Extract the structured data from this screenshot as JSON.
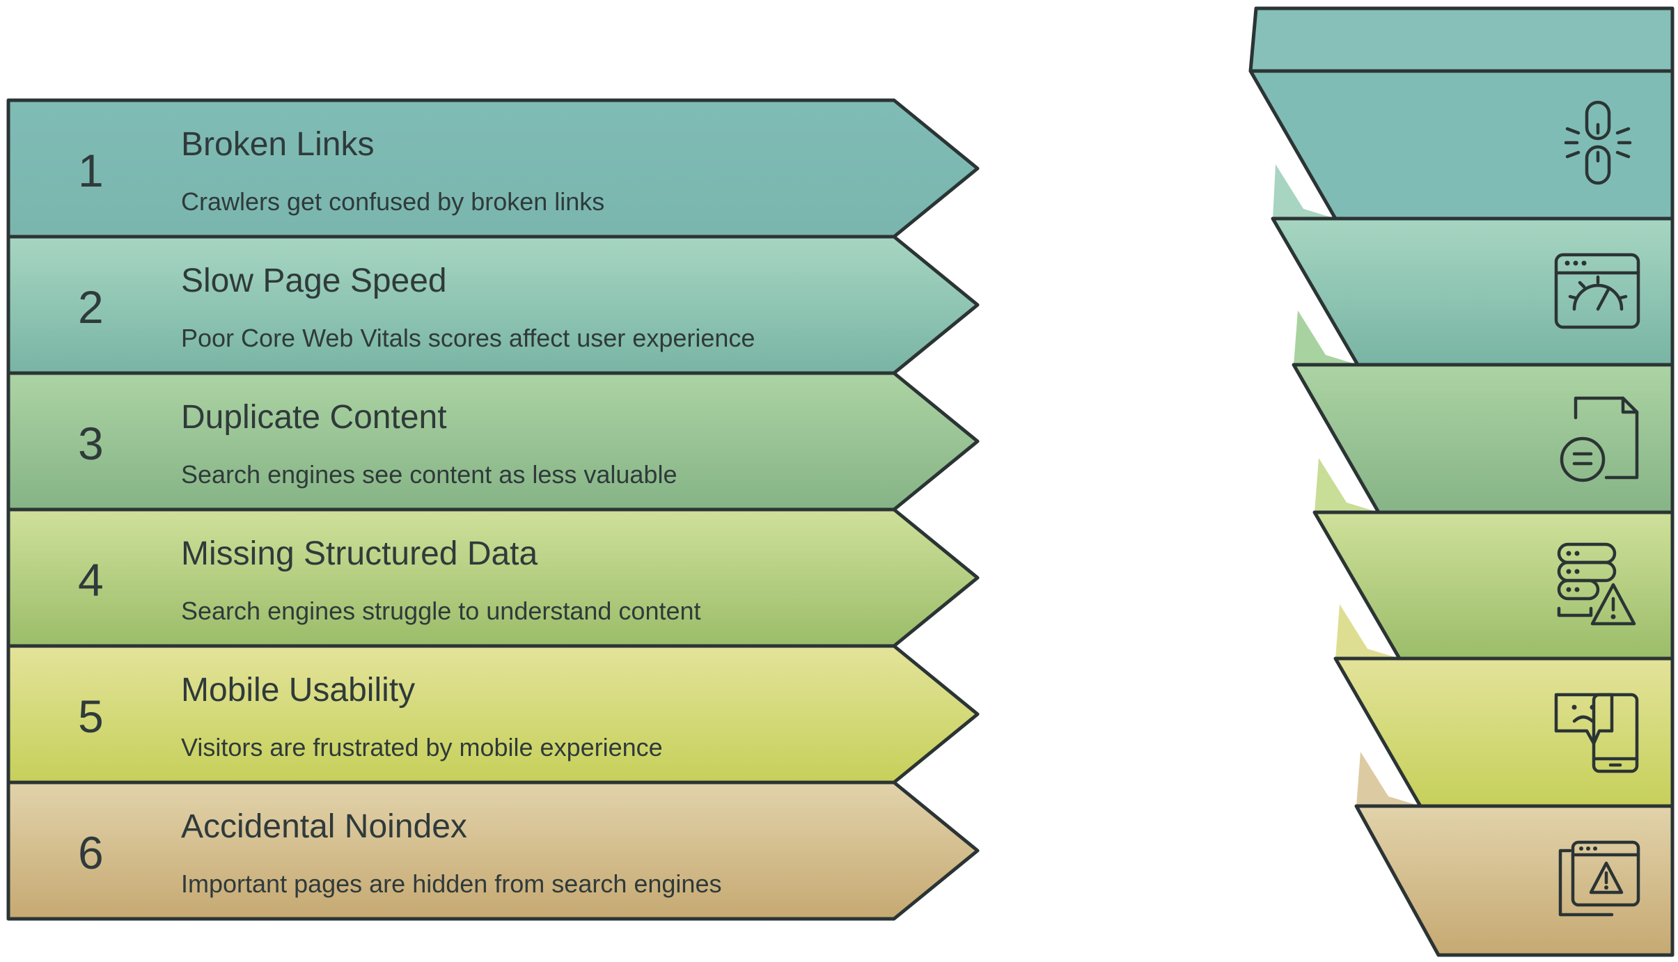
{
  "colors": {
    "outline": "#2b3434",
    "text": "#2f3a3a",
    "rows": [
      {
        "top": "#7fbcb5",
        "bottom": "#7ab6ae"
      },
      {
        "top": "#a6d6c2",
        "bottom": "#79b4a4"
      },
      {
        "top": "#acd3a3",
        "bottom": "#86b486"
      },
      {
        "top": "#cfe09a",
        "bottom": "#9bbd6a"
      },
      {
        "top": "#e3e39a",
        "bottom": "#c6d05a"
      },
      {
        "top": "#e2d3ab",
        "bottom": "#c6a972"
      }
    ]
  },
  "items": [
    {
      "number": "1",
      "title": "Broken Links",
      "description": "Crawlers get confused by broken links",
      "icon": "broken-link-icon"
    },
    {
      "number": "2",
      "title": "Slow Page Speed",
      "description": "Poor Core Web Vitals scores affect user experience",
      "icon": "slow-speedometer-icon"
    },
    {
      "number": "3",
      "title": "Duplicate Content",
      "description": "Search engines see content as less valuable",
      "icon": "duplicate-document-icon"
    },
    {
      "number": "4",
      "title": "Missing Structured Data",
      "description": "Search engines struggle to understand content",
      "icon": "database-warning-icon"
    },
    {
      "number": "5",
      "title": "Mobile Usability",
      "description": "Visitors are frustrated by mobile experience",
      "icon": "sad-mobile-icon"
    },
    {
      "number": "6",
      "title": "Accidental Noindex",
      "description": "Important pages are hidden from search engines",
      "icon": "browser-warning-icon"
    }
  ]
}
